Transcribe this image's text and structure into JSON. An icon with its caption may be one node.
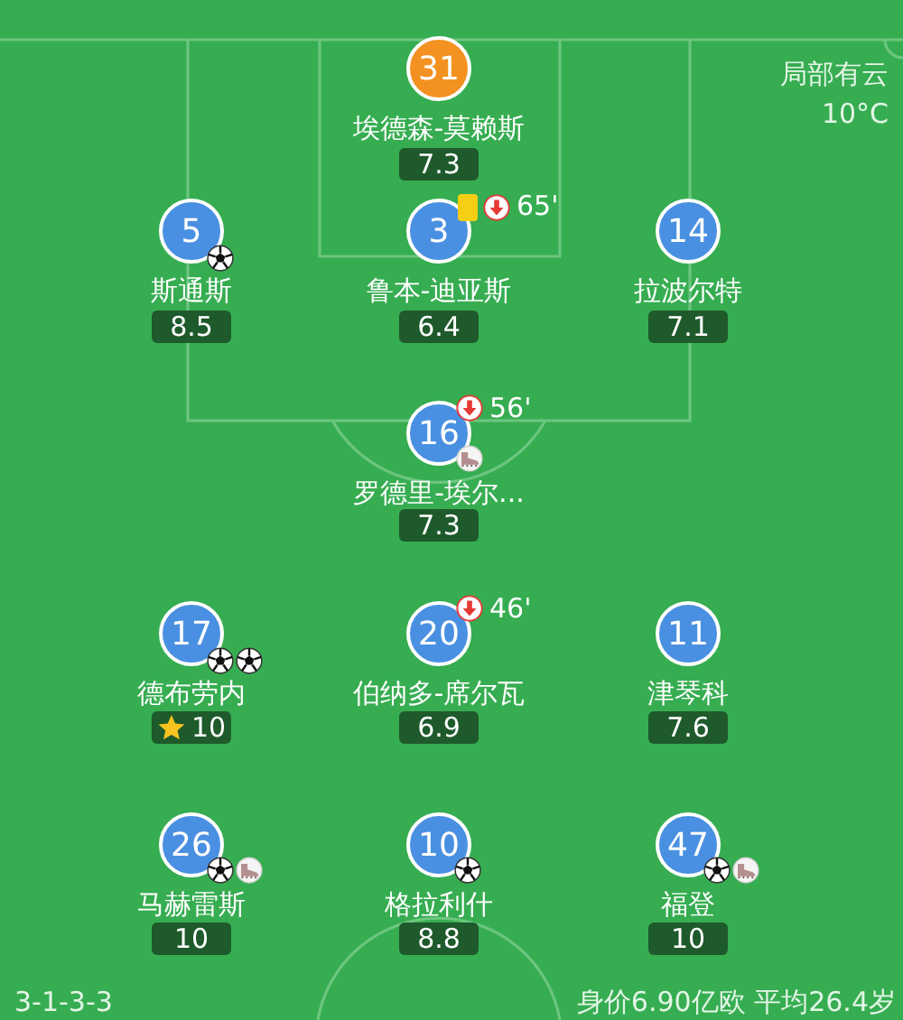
{
  "diagram": {
    "nodes": [
      {
        "text": [
          "31"
        ],
        "beside": [
          "埃德森-莫赖斯"
        ]
      },
      {
        "text": [
          "7.3"
        ]
      },
      {
        "text": [
          "5"
        ],
        "beside": [
          "斯通斯"
        ]
      },
      {
        "text": [
          "8.5"
        ]
      },
      {
        "text": [
          "3"
        ],
        "beside": [
          "鲁本-迪亚斯",
          "65'"
        ]
      },
      {
        "text": [
          "6.4"
        ]
      },
      {
        "text": [
          "14"
        ],
        "beside": [
          "拉波尔特"
        ]
      },
      {
        "text": [
          "7.1"
        ]
      },
      {
        "text": [
          "16"
        ],
        "beside": [
          "罗德里-埃尔...",
          "56'"
        ]
      },
      {
        "text": [
          "7.3"
        ]
      },
      {
        "text": [
          "17"
        ],
        "beside": [
          "德布劳内"
        ]
      },
      {
        "text": [
          "10"
        ]
      },
      {
        "text": [
          "20"
        ],
        "beside": [
          "伯纳多-席尔瓦",
          "46'"
        ]
      },
      {
        "text": [
          "6.9"
        ]
      },
      {
        "text": [
          "11"
        ],
        "beside": [
          "津琴科"
        ]
      },
      {
        "text": [
          "7.6"
        ]
      },
      {
        "text": [
          "26"
        ],
        "beside": [
          "马赫雷斯"
        ]
      },
      {
        "text": [
          "10"
        ]
      },
      {
        "text": [
          "10"
        ],
        "beside": [
          "格拉利什"
        ]
      },
      {
        "text": [
          "8.8"
        ]
      },
      {
        "text": [
          "47"
        ],
        "beside": [
          "福登"
        ]
      },
      {
        "text": [
          "10"
        ]
      }
    ],
    "labels": [
      "局部有云",
      "10°C",
      "3-1-3-3",
      "身价6.90亿欧 平均26.4岁"
    ]
  }
}
